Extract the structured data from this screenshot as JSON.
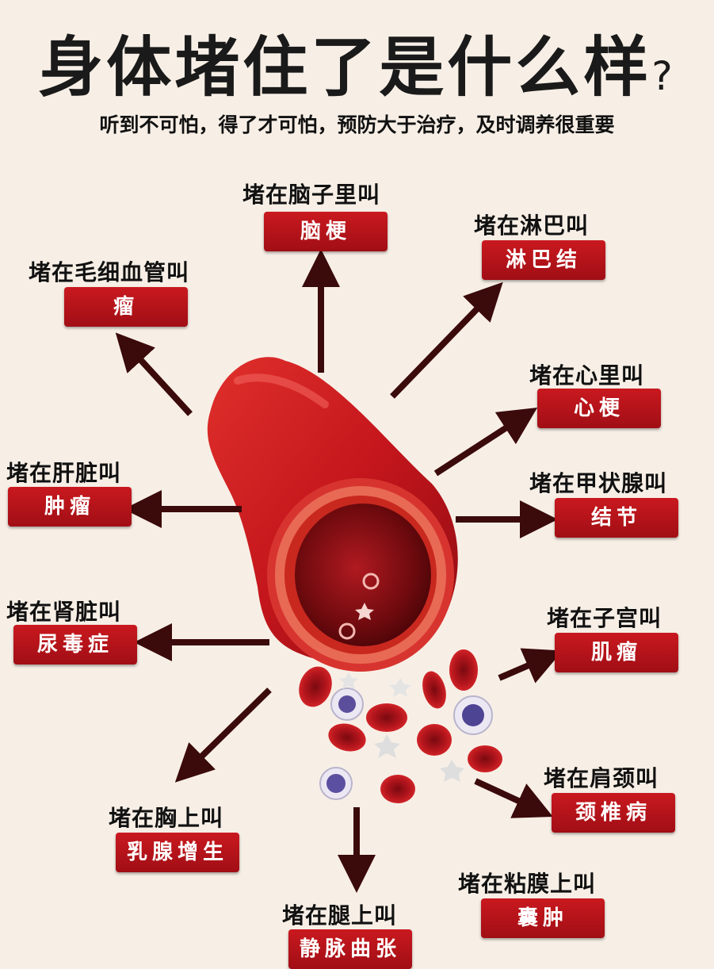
{
  "title": "身体堵住了是什么样",
  "title_mark": "?",
  "subtitle": "听到不可怕，得了才可怕，预防大于治疗，及时调养很重要",
  "colors": {
    "badge": "#b5121b",
    "vessel": "#c4161c",
    "arrow": "#3b0a0a",
    "background": "#f7efe6"
  },
  "items": [
    {
      "label": "堵在脑子里叫",
      "result": "脑梗"
    },
    {
      "label": "堵在淋巴叫",
      "result": "淋巴结"
    },
    {
      "label": "堵在毛细血管叫",
      "result": "瘤"
    },
    {
      "label": "堵在心里叫",
      "result": "心梗"
    },
    {
      "label": "堵在肝脏叫",
      "result": "肿瘤"
    },
    {
      "label": "堵在甲状腺叫",
      "result": "结节"
    },
    {
      "label": "堵在肾脏叫",
      "result": "尿毒症"
    },
    {
      "label": "堵在子宫叫",
      "result": "肌瘤"
    },
    {
      "label": "堵在肩颈叫",
      "result": "颈椎病"
    },
    {
      "label": "堵在胸上叫",
      "result": "乳腺增生"
    },
    {
      "label": "堵在粘膜上叫",
      "result": "囊肿"
    },
    {
      "label": "堵在腿上叫",
      "result": "静脉曲张"
    }
  ]
}
